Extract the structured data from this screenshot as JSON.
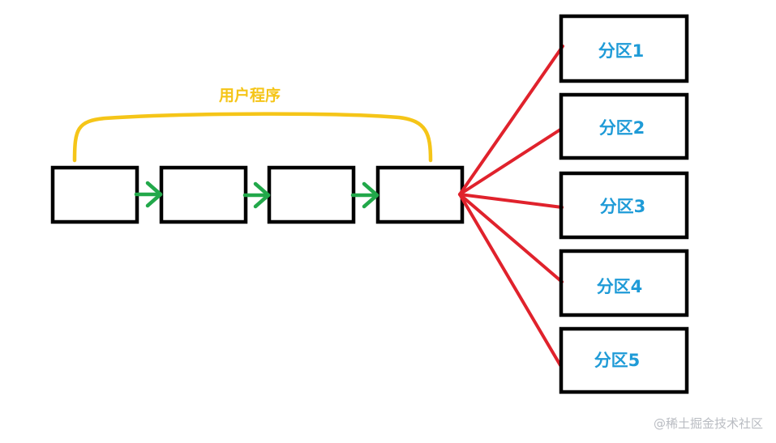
{
  "program_label": "用户程序",
  "pipeline_box_count": 4,
  "partitions": [
    {
      "label": "分区1"
    },
    {
      "label": "分区2"
    },
    {
      "label": "分区3"
    },
    {
      "label": "分区4"
    },
    {
      "label": "分区5"
    }
  ],
  "watermark": "@稀土掘金技术社区",
  "colors": {
    "box_border": "#000000",
    "flow_arrow": "#22a84a",
    "program_bracket": "#f5c518",
    "program_label": "#f5c518",
    "partition_link": "#e0222c",
    "partition_label": "#1f9bd7",
    "watermark": "#b9bcc2"
  }
}
